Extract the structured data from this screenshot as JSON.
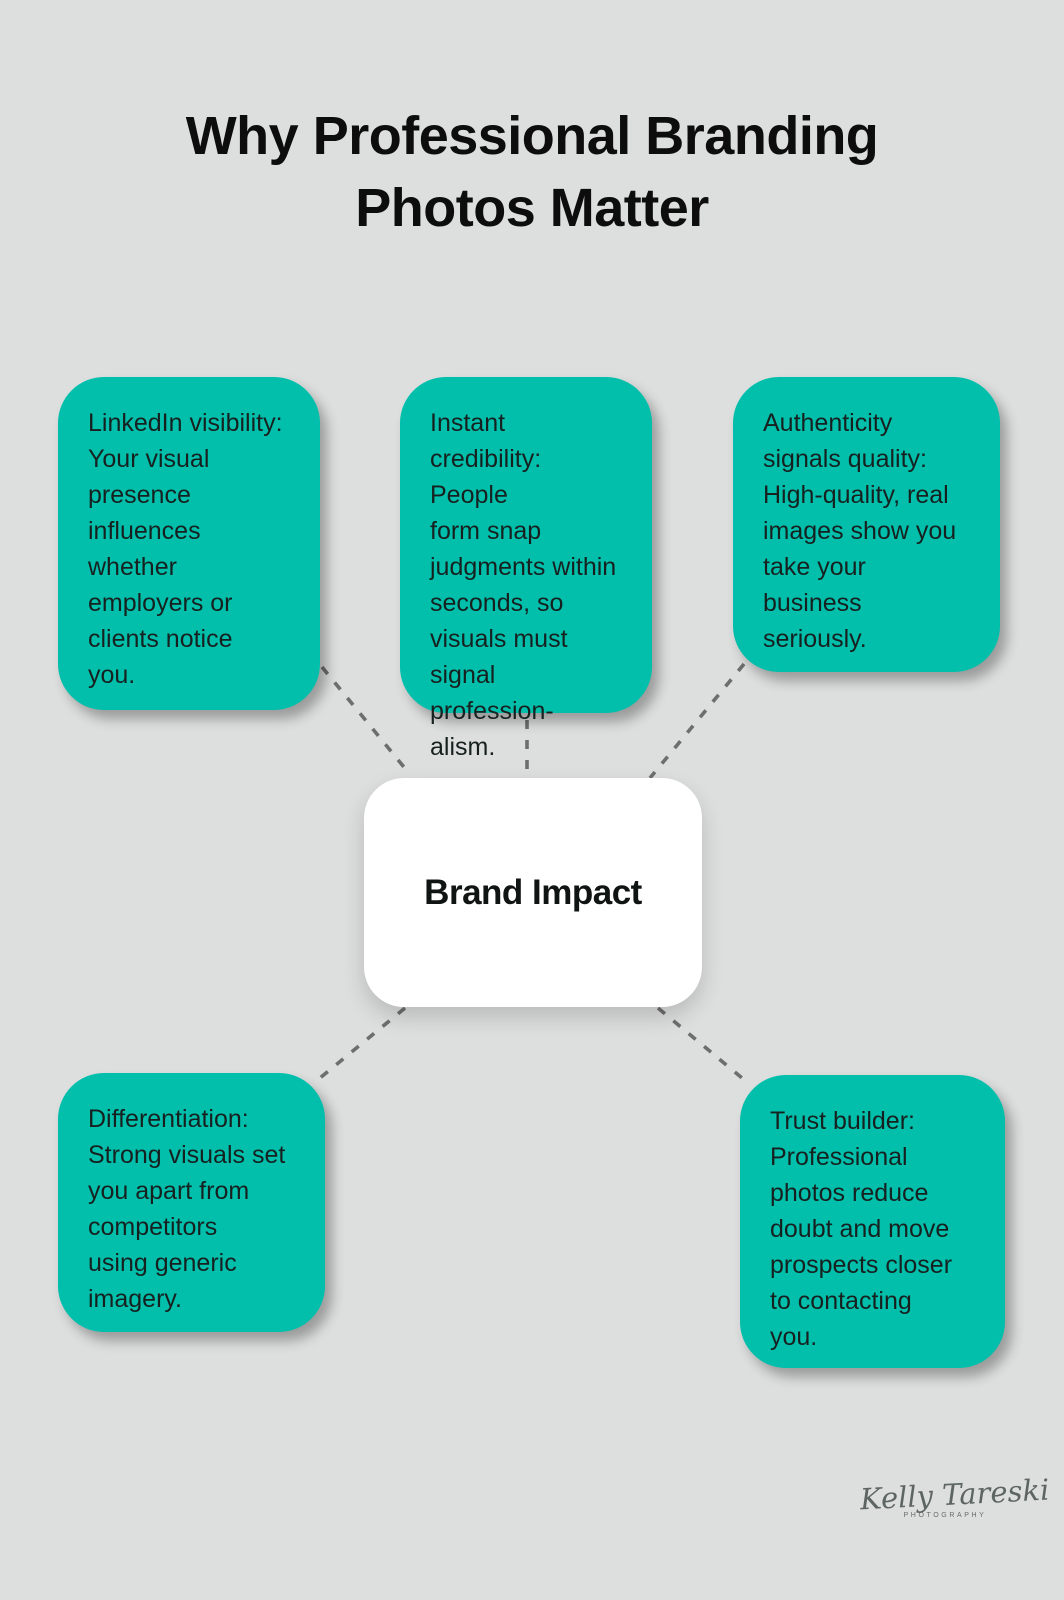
{
  "title": {
    "lines": [
      "Why Professional Branding",
      "Photos Matter"
    ]
  },
  "center": {
    "label": "Brand Impact"
  },
  "nodes": [
    {
      "name": "linkedin-visibility",
      "lines": [
        "LinkedIn visibility:",
        "Your visual",
        "presence",
        "influences",
        "whether",
        "employers or",
        "clients notice",
        "you."
      ]
    },
    {
      "name": "instant-credibility",
      "lines": [
        "Instant",
        "credibility: People",
        "form snap",
        "judgments within",
        "seconds, so",
        "visuals must",
        "signal profession-",
        "alism."
      ]
    },
    {
      "name": "authenticity-signals-quality",
      "lines": [
        "Authenticity",
        "signals quality:",
        "High-quality, real",
        "images show you",
        "take your",
        "business",
        "seriously."
      ]
    },
    {
      "name": "differentiation",
      "lines": [
        "Differentiation:",
        "Strong visuals set",
        "you apart from",
        "competitors",
        "using generic",
        "imagery."
      ]
    },
    {
      "name": "trust-builder",
      "lines": [
        "Trust builder:",
        "Professional",
        "photos reduce",
        "doubt and move",
        "prospects closer",
        "to contacting",
        "you."
      ]
    }
  ],
  "colors": {
    "background": "#DDDEDE",
    "node": "#02BFAC",
    "center_bg": "#FFFFFF",
    "connector": "#6E6E6E",
    "title_text": "#0D0D0D",
    "node_text": "#16211F"
  },
  "signature": {
    "name": "Kelly Tareski",
    "subtitle": "PHOTOGRAPHY"
  }
}
